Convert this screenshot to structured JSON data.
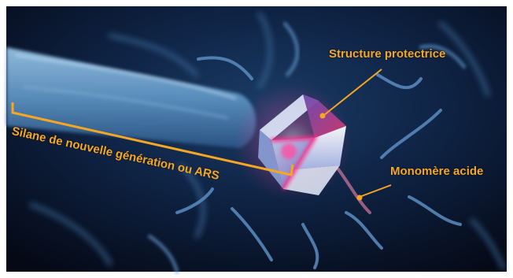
{
  "annotations": {
    "structure": "Structure protectrice",
    "monomere": "Monomère acide",
    "silane": "Silane de nouvelle génération ou ARS"
  },
  "colors": {
    "accent": "#f5a623",
    "background_dark": "#060a1a",
    "background_mid": "#1a3a62",
    "fiber": "#7fb2d8",
    "crystal_core": "#ff2d8a"
  }
}
